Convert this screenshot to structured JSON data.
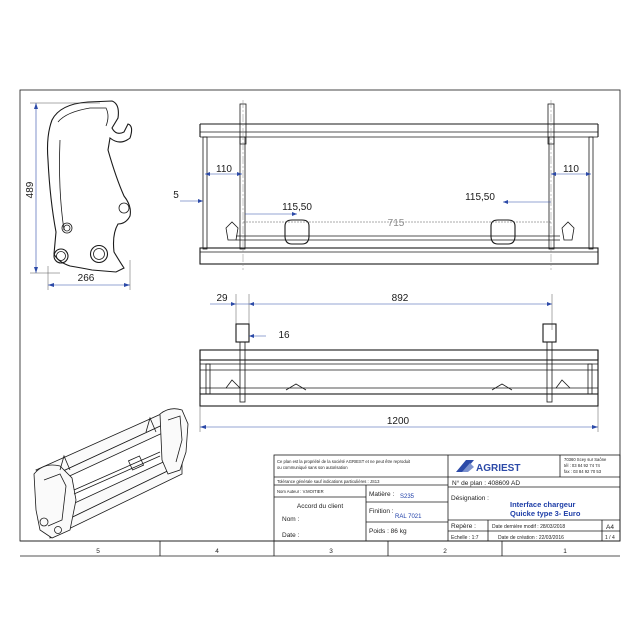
{
  "dimensions": {
    "side_height": "489",
    "side_width": "266",
    "top_inner_left": "110",
    "top_inner_right": "110",
    "top_thickness": "5",
    "top_pin_left": "115,50",
    "top_pin_right": "115,50",
    "top_span": "715",
    "front_offset": "29",
    "front_span": "892",
    "front_plate": "16",
    "front_total": "1200"
  },
  "title_block": {
    "copyright_line1": "Ce plan est la propriété de la société AGRIEST et ne peut être reproduit",
    "copyright_line2": "ou communiqué sans son autorisation",
    "tolerance": "Tolérance générale sauf indications particulières : JS13",
    "author": "Nom Auteur : V.MOITIER",
    "client_agreement": "Accord du client",
    "name_label": "Nom :",
    "date_label": "Date :",
    "material_label": "Matière :",
    "material_value": "S235",
    "finish_label": "Finition :",
    "finish_value": "RAL 7021",
    "weight": "Poids : 86 kg",
    "logo_text": "AGRIEST",
    "address_line1": "70360 Scey sur Saône",
    "address_line2": "tél : 03 84 92 74 74",
    "address_line3": "fax : 03 84 92 70 53",
    "plan_number": "N° de plan : 408609 AD",
    "designation_label": "Désignation :",
    "designation_line1": "Interface chargeur",
    "designation_line2": "Quicke type 3- Euro",
    "repere_label": "Repère :",
    "last_modified": "Date dernière modif : 28/03/2018",
    "format": "A4",
    "scale": "Echelle : 1:7",
    "created": "Date de création : 22/03/2016",
    "sheet": "1 / 4"
  },
  "zones": [
    "5",
    "4",
    "3",
    "2",
    "1"
  ]
}
